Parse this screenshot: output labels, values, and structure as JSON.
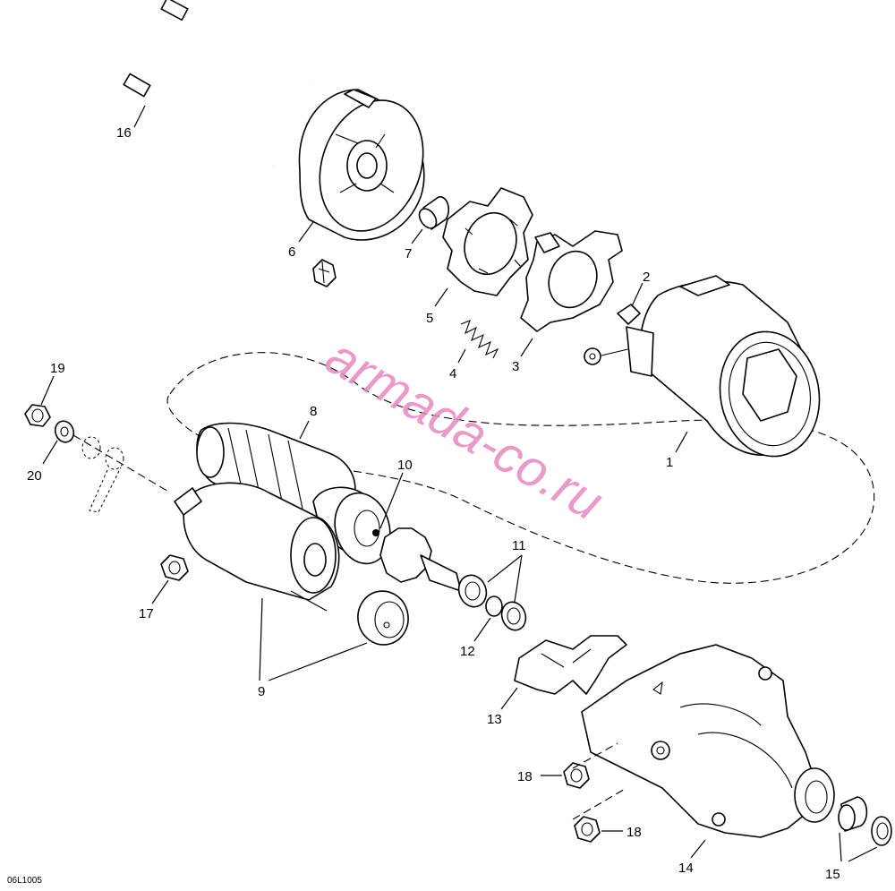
{
  "watermark": "armada-co.ru",
  "figure_code": "06L1005",
  "callouts": {
    "c1": "1",
    "c2": "2",
    "c3": "3",
    "c4": "4",
    "c5": "5",
    "c6": "6",
    "c7": "7",
    "c8": "8",
    "c9": "9",
    "c10": "10",
    "c11": "11",
    "c12": "12",
    "c13": "13",
    "c14": "14",
    "c15": "15",
    "c16": "16",
    "c17": "17",
    "c18a": "18",
    "c18b": "18",
    "c19": "19",
    "c20": "20"
  },
  "colors": {
    "line": "#000000",
    "background": "#ffffff",
    "watermark": "#e58ac0"
  }
}
